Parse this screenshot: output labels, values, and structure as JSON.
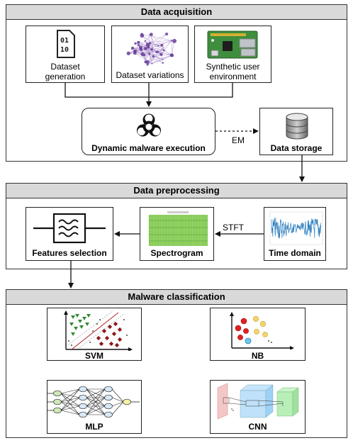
{
  "sections": {
    "acquisition": "Data acquisition",
    "preprocessing": "Data preprocessing",
    "classification": "Malware classification"
  },
  "acquisition": {
    "dataset_generation": "Dataset generation",
    "dataset_variations": "Dataset variations",
    "synthetic_env": "Synthetic user environment",
    "malware_execution": "Dynamic malware execution",
    "em_label": "EM",
    "data_storage": "Data storage"
  },
  "preprocessing": {
    "features_selection": "Features selection",
    "spectrogram": "Spectrogram",
    "stft_label": "STFT",
    "time_domain": "Time domain"
  },
  "classification": {
    "svm": "SVM",
    "nb": "NB",
    "mlp": "MLP",
    "cnn": "CNN"
  },
  "icons": {
    "binary": "binary-file-icon",
    "network": "network-graph-icon",
    "board": "raspberry-pi-icon",
    "biohazard": "biohazard-icon",
    "database": "database-icon",
    "filter": "filter-icon"
  },
  "colors": {
    "header_bg": "#d9d9d9",
    "spectro_green": "#7ec850",
    "signal_blue": "#2e7fbf",
    "svm_green": "#2e8b2e",
    "svm_red": "#b22222",
    "nb_red": "#e02020",
    "nb_yellow": "#f5d36b",
    "nb_blue": "#6ec6f0",
    "network_purple": "#6a3d9a"
  }
}
